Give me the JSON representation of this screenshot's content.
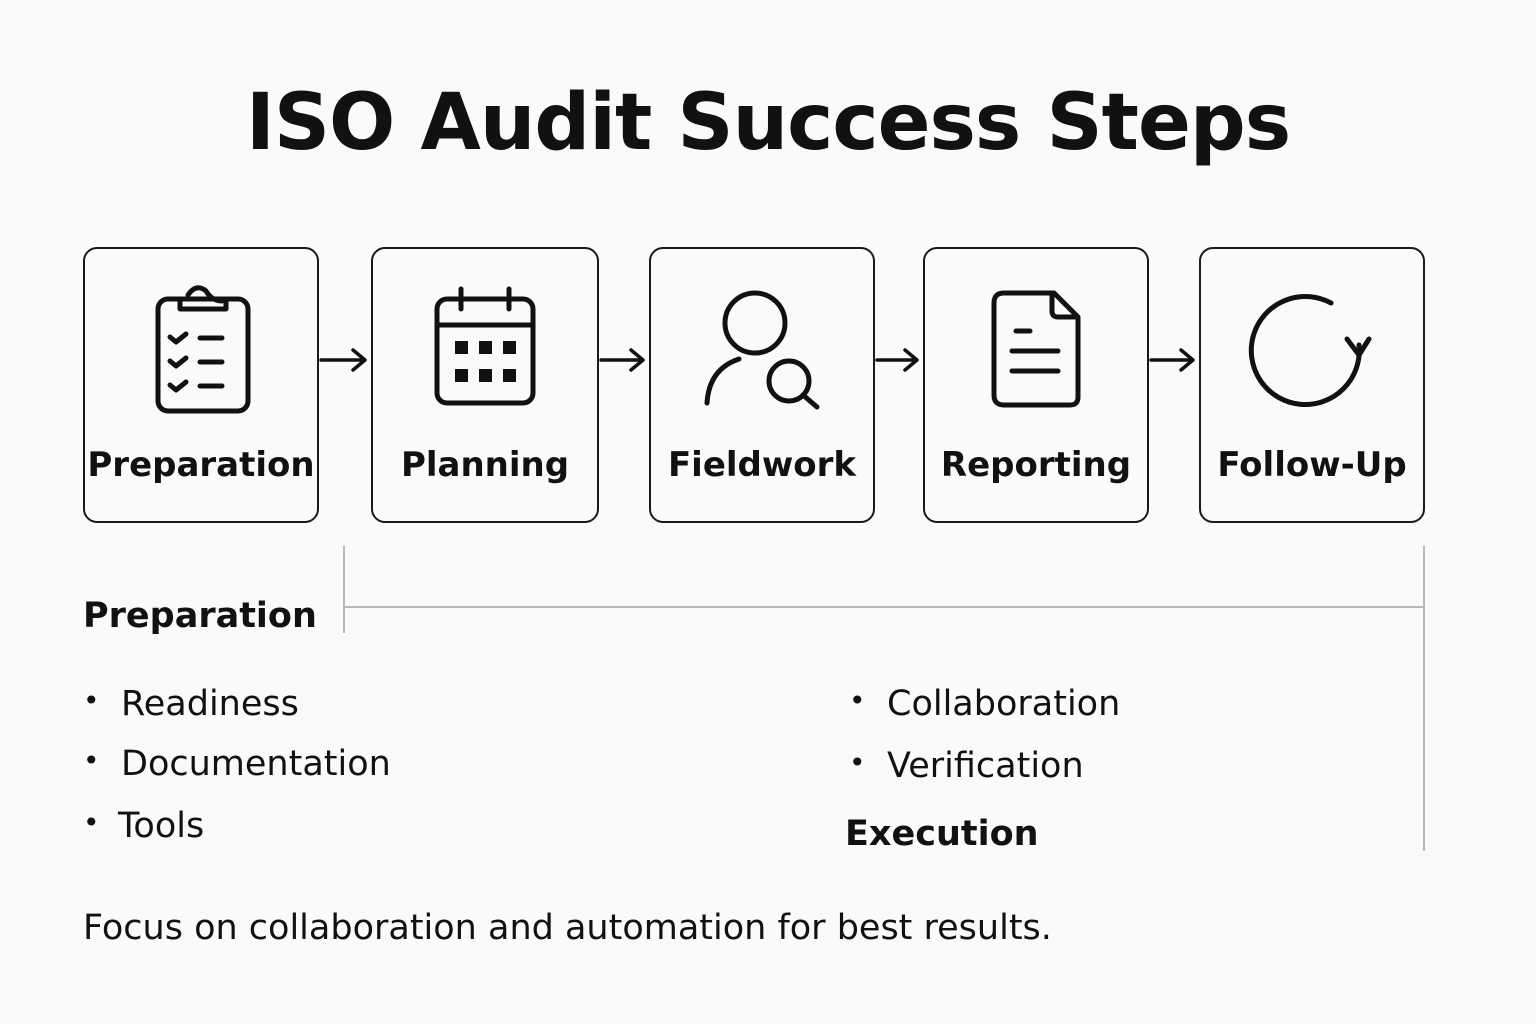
{
  "title": "ISO Audit Success Steps",
  "steps": [
    {
      "label": "Preparation",
      "icon": "clipboard-checklist-icon"
    },
    {
      "label": "Planning",
      "icon": "calendar-icon"
    },
    {
      "label": "Fieldwork",
      "icon": "person-search-icon"
    },
    {
      "label": "Reporting",
      "icon": "document-icon"
    },
    {
      "label": "Follow-Up",
      "icon": "refresh-cycle-icon"
    }
  ],
  "details": {
    "left_heading": "Preparation",
    "left_items": [
      "Readiness",
      "Documentation",
      "Tools"
    ],
    "right_items": [
      "Collaboration",
      "Verification"
    ],
    "right_heading": "Execution"
  },
  "note": "Focus on collaboration and automation for best results.",
  "colors": {
    "background": "#fbfaf8",
    "ink": "#111111",
    "connector": "#b8b8b8"
  }
}
